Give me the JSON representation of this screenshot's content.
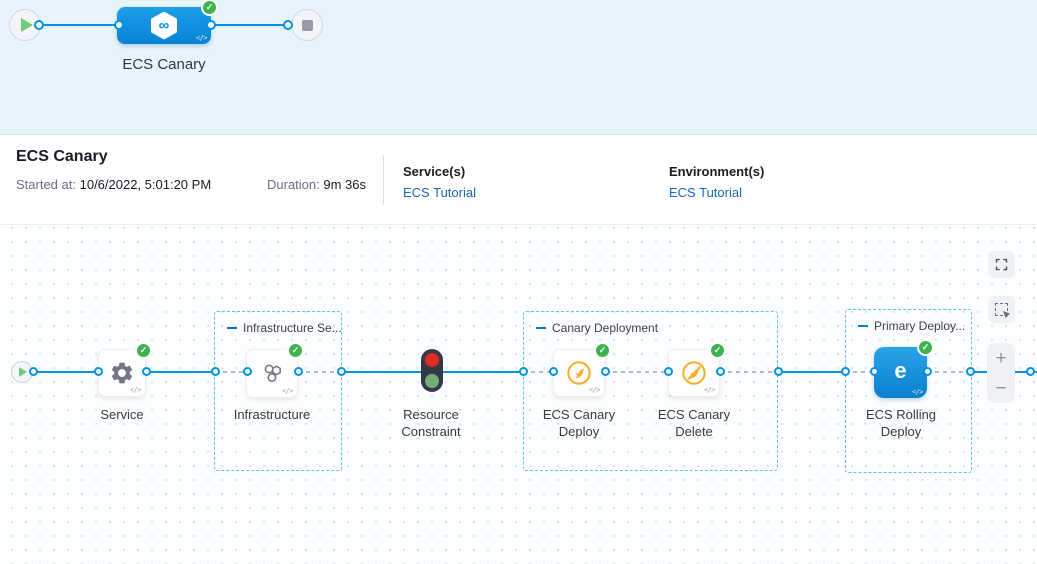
{
  "banner": {
    "stage_label": "ECS Canary"
  },
  "header": {
    "title": "ECS Canary",
    "started_label": "Started at:",
    "started_value": "10/6/2022, 5:01:20 PM",
    "duration_label": "Duration:",
    "duration_value": "9m 36s",
    "services_label": "Service(s)",
    "services_value": "ECS Tutorial",
    "environments_label": "Environment(s)",
    "environments_value": "ECS Tutorial"
  },
  "graph": {
    "groups": {
      "infrastructure": {
        "label": "Infrastructure Se..."
      },
      "canary": {
        "label": "Canary Deployment"
      },
      "primary": {
        "label": "Primary Deploy..."
      }
    },
    "steps": {
      "service": {
        "label": "Service"
      },
      "infrastructure": {
        "label": "Infrastructure"
      },
      "resource_constraint": {
        "label": "Resource Constraint"
      },
      "canary_deploy": {
        "label": "ECS Canary Deploy"
      },
      "canary_delete": {
        "label": "ECS Canary Delete"
      },
      "rolling_deploy": {
        "label": "ECS Rolling Deploy"
      }
    }
  },
  "toolbar": {
    "zoom_in_label": "+",
    "zoom_out_label": "−"
  },
  "icons": {
    "check": "✓",
    "code": "</>",
    "infinity": "∞",
    "ecs_letter": "e"
  },
  "colors": {
    "accent_blue": "#0092e4",
    "node_blue": "#0b8fe0",
    "success_green": "#3eb34d",
    "canary_amber": "#f9ae28",
    "link_blue": "#1a68b4",
    "banner_bg": "#e8f4fb",
    "group_border": "#5fc2ea"
  }
}
